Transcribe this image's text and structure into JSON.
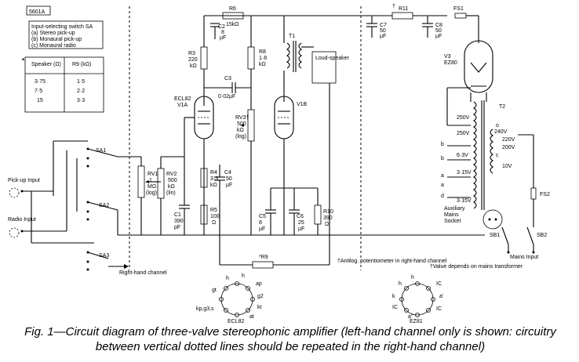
{
  "tag": "5601A",
  "switch_legend": {
    "title": "Input-selecting switch SA",
    "items": [
      "(a) Stereo pick-up",
      "(b) Monaural pick-up",
      "(c) Monaural radio"
    ]
  },
  "speaker_table": {
    "marker": "*",
    "headers": [
      "Speaker (Ω)",
      "R9 (kΩ)"
    ],
    "rows": [
      [
        "3·75",
        "1·5"
      ],
      [
        "7·5",
        "2·2"
      ],
      [
        "15",
        "3·3"
      ]
    ]
  },
  "inputs": {
    "pickup": "Pick-up Input",
    "radio": "Radio Input",
    "mains": "Mains Input"
  },
  "switches": {
    "sa1": "SA1",
    "sa2": "SA2",
    "sa3": "SA3",
    "sb1": "SB1",
    "sb2": "SB2",
    "right_hand_channel": "Right-hand channel"
  },
  "components": {
    "rv1": [
      "RV1",
      "1",
      "MΩ",
      "(log)"
    ],
    "rv2": [
      "RV2",
      "500",
      "kΩ",
      "(lin)"
    ],
    "rv3": [
      "RV3†",
      "500",
      "kΩ",
      "(log)"
    ],
    "c1": [
      "C1",
      "390",
      "pF"
    ],
    "r4": [
      "R4",
      "3·3",
      "kΩ"
    ],
    "c4": [
      "C4",
      "50",
      "µF"
    ],
    "r5": [
      "R5",
      "100",
      "Ω"
    ],
    "c3": [
      "C3",
      "0·02µF"
    ],
    "r3": [
      "R3",
      "220",
      "kΩ"
    ],
    "c2": [
      "C2",
      "8",
      "µF"
    ],
    "r6": [
      "R6",
      "15kΩ"
    ],
    "r8": [
      "R8",
      "1·8",
      "kΩ"
    ],
    "t1": "T1",
    "loudspeaker": "Loud-speaker",
    "c5": [
      "C5",
      "8",
      "µF"
    ],
    "c6": [
      "C6",
      "25",
      "µF"
    ],
    "r10": [
      "R10",
      "390",
      "Ω"
    ],
    "r9": "*R9",
    "c7": [
      "C7",
      "50",
      "µF"
    ],
    "r11": "R11",
    "r11_mark": "†",
    "c8": [
      "C8",
      "50",
      "µF"
    ],
    "fs1": "FS1",
    "fs2": "FS2",
    "v1a": [
      "ECL82",
      "V1A"
    ],
    "v1b": "V1B",
    "v3": [
      "V3",
      "EZ80"
    ],
    "t2": "T2",
    "aux": [
      "Auxiliary",
      "Mains",
      "Socket"
    ]
  },
  "transformer_taps": {
    "primary": [
      "250V",
      "250V"
    ],
    "secondary": [
      "240V",
      "220V",
      "200V",
      "10V"
    ],
    "heater": [
      "6·3V",
      "3·15V",
      "3·15V"
    ],
    "letters": [
      "b",
      "b",
      "a",
      "a",
      "d",
      "c",
      "o"
    ]
  },
  "notes": {
    "antilog": "†Antilog. potentiometer in right-hand channel",
    "value_depends": "†Value depends on mains transformer"
  },
  "pinouts": {
    "ecl82": {
      "name": "ECL82",
      "pins": [
        "h",
        "h",
        "ap",
        "g2",
        "kt",
        "at",
        "kp,g3,s",
        "gt"
      ]
    },
    "ez81": {
      "name": "EZ81",
      "pins": [
        "h",
        "IC",
        "a'",
        "IC",
        "a''",
        "IC",
        "k",
        "h"
      ]
    }
  },
  "caption": "Fig. 1—Circuit diagram of three-valve stereophonic amplifier (left-hand channel only is shown: circuitry between vertical dotted lines should be repeated in the right-hand channel)"
}
